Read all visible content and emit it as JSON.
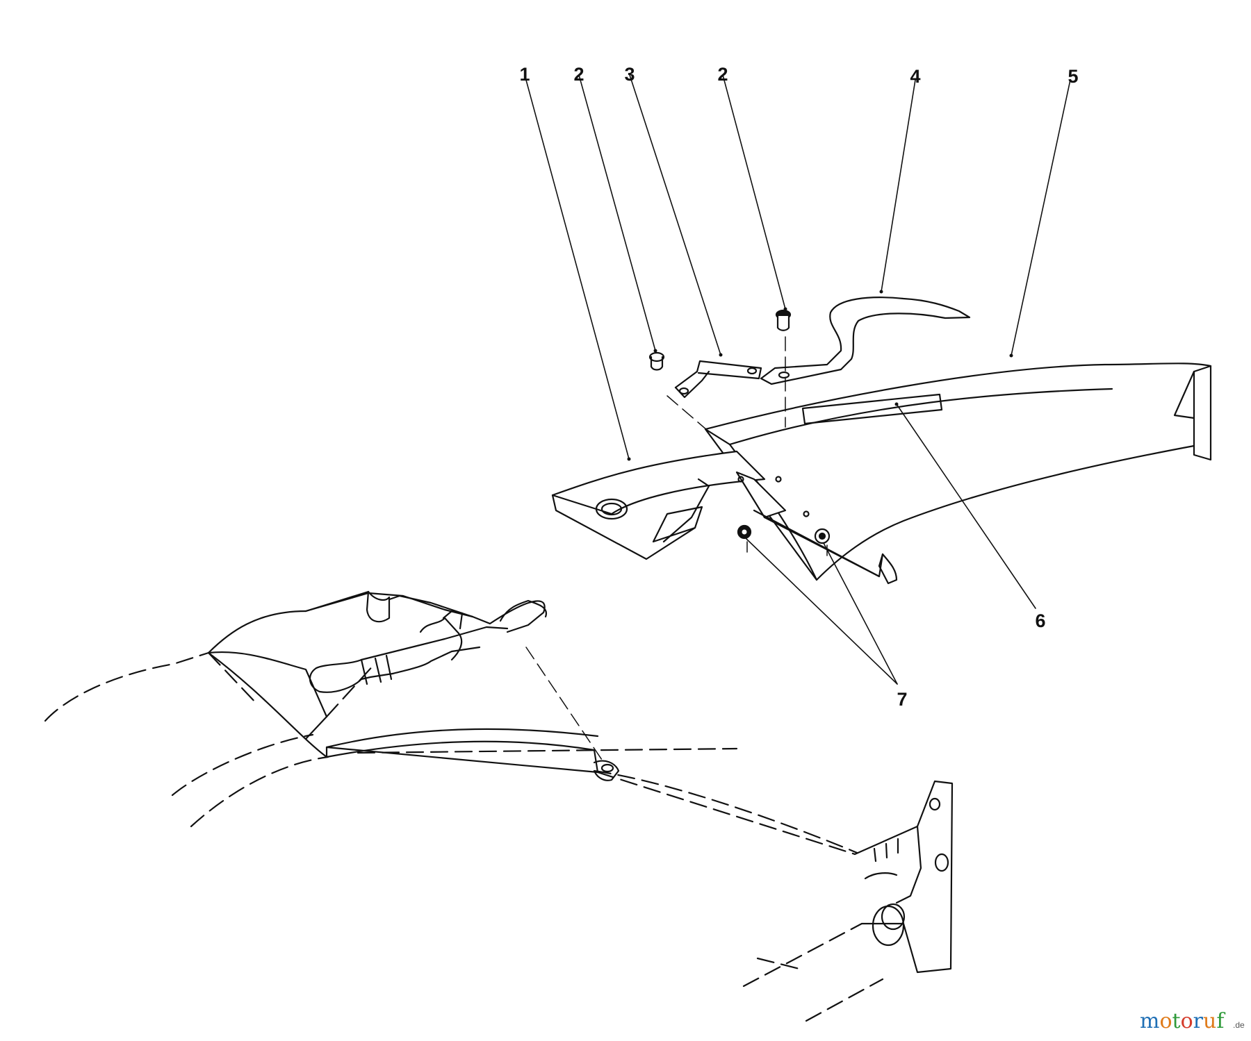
{
  "callouts": [
    {
      "id": "c1",
      "text": "1"
    },
    {
      "id": "c2a",
      "text": "2"
    },
    {
      "id": "c3",
      "text": "3"
    },
    {
      "id": "c2b",
      "text": "2"
    },
    {
      "id": "c4",
      "text": "4"
    },
    {
      "id": "c5",
      "text": "5"
    },
    {
      "id": "c6",
      "text": "6"
    },
    {
      "id": "c7",
      "text": "7"
    }
  ],
  "watermark": {
    "letters": [
      {
        "ch": "m",
        "color": "#1f6fb5"
      },
      {
        "ch": "o",
        "color": "#e07b1a"
      },
      {
        "ch": "t",
        "color": "#2f9a3a"
      },
      {
        "ch": "o",
        "color": "#d43c2b"
      },
      {
        "ch": "r",
        "color": "#1f6fb5"
      },
      {
        "ch": "u",
        "color": "#e07b1a"
      },
      {
        "ch": "f",
        "color": "#2f9a3a"
      }
    ],
    "suffix": ".de"
  }
}
